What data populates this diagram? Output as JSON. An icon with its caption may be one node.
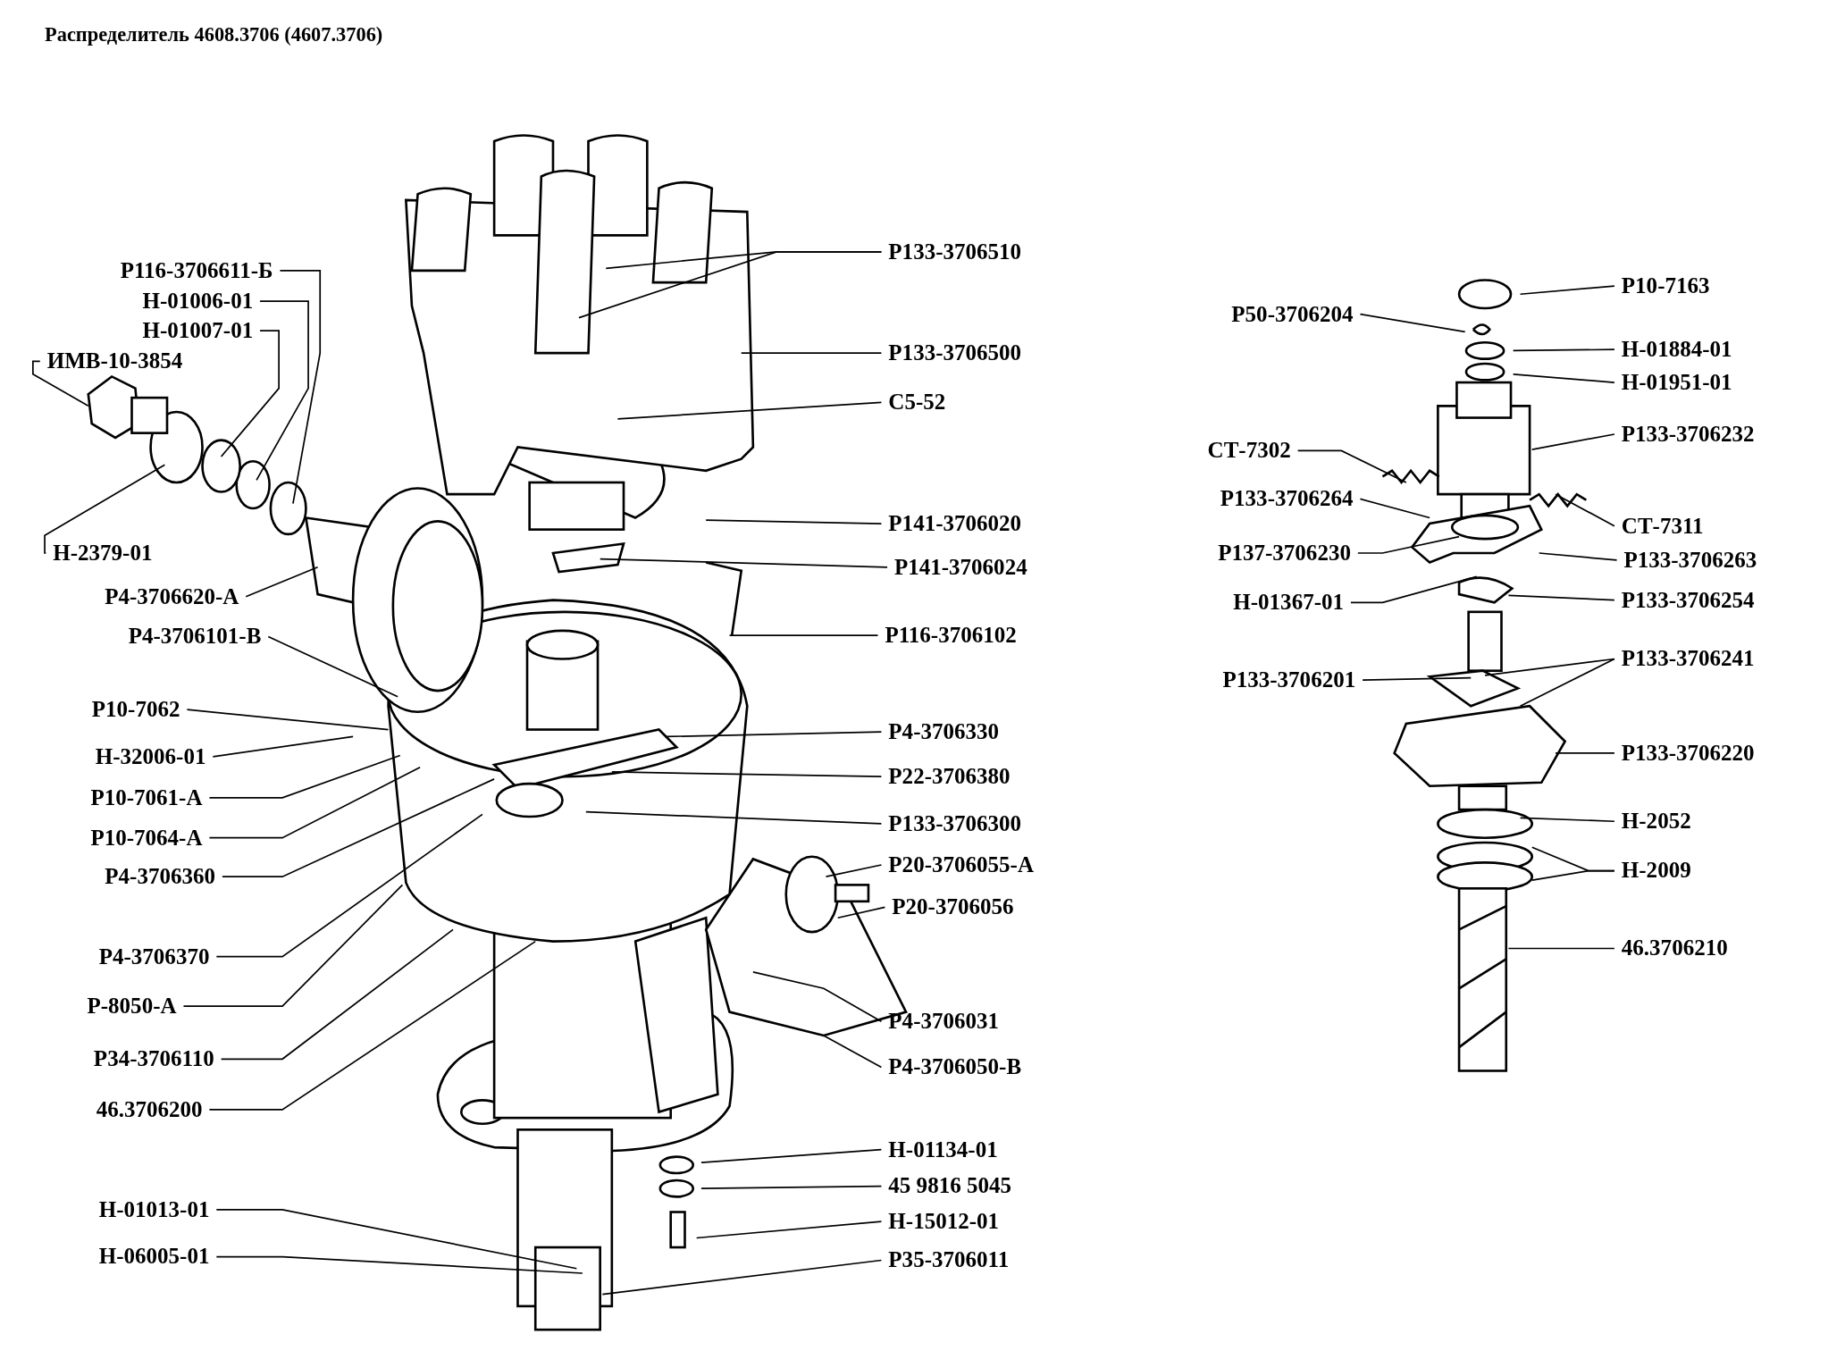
{
  "diagram": {
    "title": "Распределитель 4608.3706 (4607.3706)",
    "nodes": [
      {
        "text": [
          "Р116-3706611-Б"
        ]
      },
      {
        "text": [
          "Н-01006-01"
        ]
      },
      {
        "text": [
          "Н-01007-01"
        ]
      },
      {
        "text": [
          "ИМВ-10-3854"
        ]
      },
      {
        "text": [
          "Н-2379-01"
        ]
      },
      {
        "text": [
          "Р4-3706620-А"
        ]
      },
      {
        "text": [
          "Р4-3706101-В"
        ]
      },
      {
        "text": [
          "Р10-7062"
        ]
      },
      {
        "text": [
          "Н-32006-01"
        ]
      },
      {
        "text": [
          "Р10-7061-А"
        ]
      },
      {
        "text": [
          "Р10-7064-А"
        ]
      },
      {
        "text": [
          "Р4-3706360"
        ]
      },
      {
        "text": [
          "Р4-3706370"
        ]
      },
      {
        "text": [
          "Р-8050-А"
        ]
      },
      {
        "text": [
          "Р34-3706110"
        ]
      },
      {
        "text": [
          "46.3706200"
        ]
      },
      {
        "text": [
          "Н-01013-01"
        ]
      },
      {
        "text": [
          "Н-06005-01"
        ]
      },
      {
        "text": [
          "Р133-3706510"
        ]
      },
      {
        "text": [
          "Р133-3706500"
        ]
      },
      {
        "text": [
          "С5-52"
        ]
      },
      {
        "text": [
          "Р141-3706020"
        ]
      },
      {
        "text": [
          "Р141-3706024"
        ]
      },
      {
        "text": [
          "Р116-3706102"
        ]
      },
      {
        "text": [
          "Р4-3706330"
        ]
      },
      {
        "text": [
          "Р22-3706380"
        ]
      },
      {
        "text": [
          "Р133-3706300"
        ]
      },
      {
        "text": [
          "Р20-3706055-А"
        ]
      },
      {
        "text": [
          "Р20-3706056"
        ]
      },
      {
        "text": [
          "Р4-3706031"
        ]
      },
      {
        "text": [
          "Р4-3706050-В"
        ]
      },
      {
        "text": [
          "Н-01134-01"
        ]
      },
      {
        "text": [
          "45 9816 5045"
        ]
      },
      {
        "text": [
          "Н-15012-01"
        ]
      },
      {
        "text": [
          "Р35-3706011"
        ]
      },
      {
        "text": [
          "Р10-7163"
        ]
      },
      {
        "text": [
          "Р50-3706204"
        ]
      },
      {
        "text": [
          "Н-01884-01"
        ]
      },
      {
        "text": [
          "Н-01951-01"
        ]
      },
      {
        "text": [
          "Р133-3706232"
        ]
      },
      {
        "text": [
          "СТ-7302"
        ]
      },
      {
        "text": [
          "СТ-7311"
        ]
      },
      {
        "text": [
          "Р133-3706264"
        ]
      },
      {
        "text": [
          "Р133-3706263"
        ]
      },
      {
        "text": [
          "Р137-3706230"
        ]
      },
      {
        "text": [
          "Р133-3706254"
        ]
      },
      {
        "text": [
          "Н-01367-01"
        ]
      },
      {
        "text": [
          "Р133-3706241"
        ]
      },
      {
        "text": [
          "Р133-3706201"
        ]
      },
      {
        "text": [
          "Р133-3706220"
        ]
      },
      {
        "text": [
          "Н-2052"
        ]
      },
      {
        "text": [
          "Н-2009"
        ]
      },
      {
        "text": [
          "46.3706210"
        ]
      }
    ],
    "edges": [
      {
        "from": 0,
        "to": null,
        "arrow": "none"
      },
      {
        "from": 1,
        "to": null,
        "arrow": "none"
      },
      {
        "from": 2,
        "to": null,
        "arrow": "none"
      },
      {
        "from": 3,
        "to": null,
        "arrow": "none"
      },
      {
        "from": 4,
        "to": null,
        "arrow": "none"
      },
      {
        "from": 5,
        "to": null,
        "arrow": "none"
      },
      {
        "from": 6,
        "to": null,
        "arrow": "none"
      },
      {
        "from": 7,
        "to": null,
        "arrow": "none"
      },
      {
        "from": 8,
        "to": null,
        "arrow": "none"
      },
      {
        "from": 9,
        "to": null,
        "arrow": "none"
      },
      {
        "from": 10,
        "to": null,
        "arrow": "none"
      },
      {
        "from": 11,
        "to": null,
        "arrow": "none"
      },
      {
        "from": 12,
        "to": null,
        "arrow": "none"
      },
      {
        "from": 13,
        "to": null,
        "arrow": "none"
      },
      {
        "from": 14,
        "to": null,
        "arrow": "none"
      },
      {
        "from": 15,
        "to": null,
        "arrow": "none"
      },
      {
        "from": 16,
        "to": null,
        "arrow": "none"
      },
      {
        "from": 17,
        "to": null,
        "arrow": "none"
      },
      {
        "from": 18,
        "to": null,
        "arrow": "none"
      },
      {
        "from": 18,
        "to": null,
        "arrow": "none"
      },
      {
        "from": 19,
        "to": null,
        "arrow": "none"
      },
      {
        "from": 20,
        "to": null,
        "arrow": "none"
      },
      {
        "from": 21,
        "to": null,
        "arrow": "none"
      },
      {
        "from": 22,
        "to": null,
        "arrow": "none"
      },
      {
        "from": 23,
        "to": null,
        "arrow": "none"
      },
      {
        "from": 24,
        "to": null,
        "arrow": "none"
      },
      {
        "from": 25,
        "to": null,
        "arrow": "none"
      },
      {
        "from": 26,
        "to": null,
        "arrow": "none"
      },
      {
        "from": 27,
        "to": null,
        "arrow": "none"
      },
      {
        "from": 28,
        "to": null,
        "arrow": "none"
      },
      {
        "from": 29,
        "to": null,
        "arrow": "none"
      },
      {
        "from": 30,
        "to": null,
        "arrow": "none"
      },
      {
        "from": 31,
        "to": null,
        "arrow": "none"
      },
      {
        "from": 32,
        "to": null,
        "arrow": "none"
      },
      {
        "from": 33,
        "to": null,
        "arrow": "none"
      },
      {
        "from": 34,
        "to": null,
        "arrow": "none"
      },
      {
        "from": 35,
        "to": null,
        "arrow": "none"
      },
      {
        "from": 36,
        "to": null,
        "arrow": "none"
      },
      {
        "from": 37,
        "to": null,
        "arrow": "none"
      },
      {
        "from": 38,
        "to": null,
        "arrow": "none"
      },
      {
        "from": 39,
        "to": null,
        "arrow": "none"
      },
      {
        "from": 40,
        "to": null,
        "arrow": "none"
      },
      {
        "from": 41,
        "to": null,
        "arrow": "none"
      },
      {
        "from": 42,
        "to": null,
        "arrow": "none"
      },
      {
        "from": 43,
        "to": null,
        "arrow": "none"
      },
      {
        "from": 44,
        "to": null,
        "arrow": "none"
      },
      {
        "from": 45,
        "to": null,
        "arrow": "none"
      },
      {
        "from": 46,
        "to": null,
        "arrow": "none"
      },
      {
        "from": 47,
        "to": null,
        "arrow": "none"
      },
      {
        "from": 47,
        "to": null,
        "arrow": "none"
      },
      {
        "from": 48,
        "to": null,
        "arrow": "none"
      },
      {
        "from": 49,
        "to": null,
        "arrow": "none"
      },
      {
        "from": 50,
        "to": null,
        "arrow": "none"
      },
      {
        "from": 51,
        "to": null,
        "arrow": "none"
      },
      {
        "from": 51,
        "to": null,
        "arrow": "none"
      },
      {
        "from": 52,
        "to": null,
        "arrow": "none"
      }
    ]
  }
}
